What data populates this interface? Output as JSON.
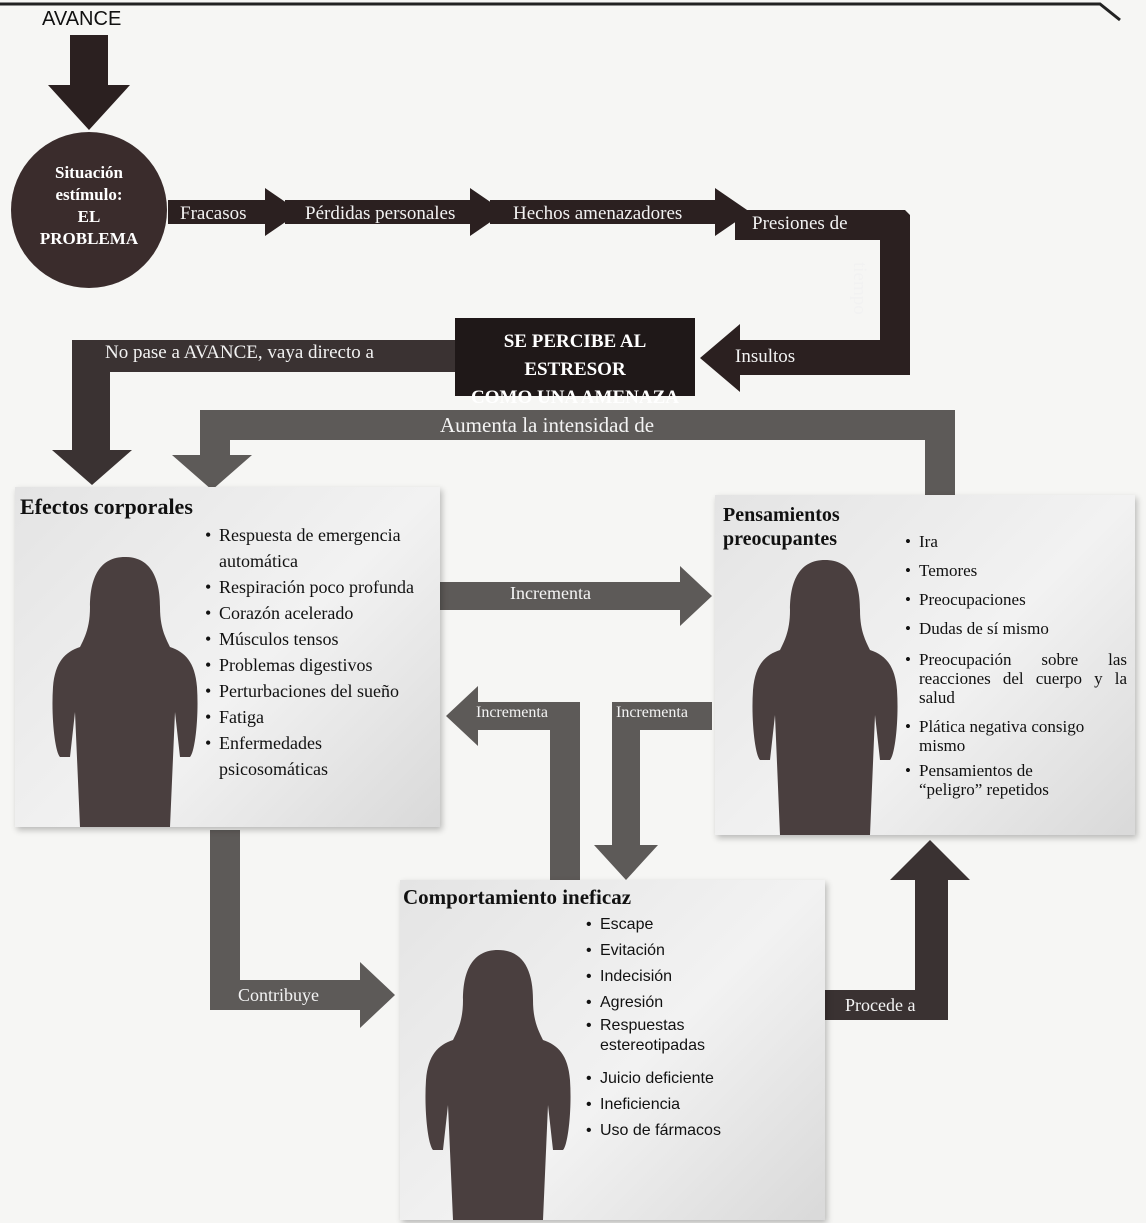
{
  "start": {
    "label": "AVANCE"
  },
  "stimulus": {
    "line1": "Situación",
    "line2": "estímulo:",
    "line3": "EL",
    "line4": "PROBLEMA"
  },
  "stressors": [
    "Fracasos",
    "Pérdidas personales",
    "Hechos amenazadores",
    "Presiones de",
    "tiempo",
    "Insultos"
  ],
  "perceive": {
    "line1": "SE PERCIBE AL ESTRESOR",
    "line2": "COMO UNA AMENAZA"
  },
  "arrows": {
    "skip": "No pase a AVANCE, vaya directo a",
    "increase_intensity": "Aumenta la intensidad de",
    "increments_right": "Incrementa",
    "increments_left": "Incrementa",
    "increments_down": "Incrementa",
    "contributes": "Contribuye",
    "leads_to": "Procede a"
  },
  "bodily": {
    "title": "Efectos corporales",
    "items": [
      "Respuesta de emergencia automática",
      "Respiración poco profunda",
      "Corazón acelerado",
      "Músculos tensos",
      "Problemas digestivos",
      "Perturbaciones del sueño",
      "Fatiga",
      "Enfermedades psicosomáticas"
    ]
  },
  "thoughts": {
    "title": "Pensamientos preocupantes",
    "items": [
      "Ira",
      "Temores",
      "Preocupaciones",
      "Dudas de sí mismo",
      "Preocupación sobre las reacciones del cuerpo y la salud",
      "Plática negativa consigo mismo",
      "Pensamientos de “peligro” repetidos"
    ]
  },
  "behavior": {
    "title": "Comportamiento ineficaz",
    "items": [
      "Escape",
      "Evitación",
      "Indecisión",
      "Agresión",
      "Respuestas estereotipadas",
      "Juicio deficiente",
      "Ineficiencia",
      "Uso de fármacos"
    ]
  },
  "colors": {
    "dark": "#2b2020",
    "gray": "#5d5a58",
    "box": "#e8e8e8",
    "silhouette": "#4a3f3f"
  }
}
